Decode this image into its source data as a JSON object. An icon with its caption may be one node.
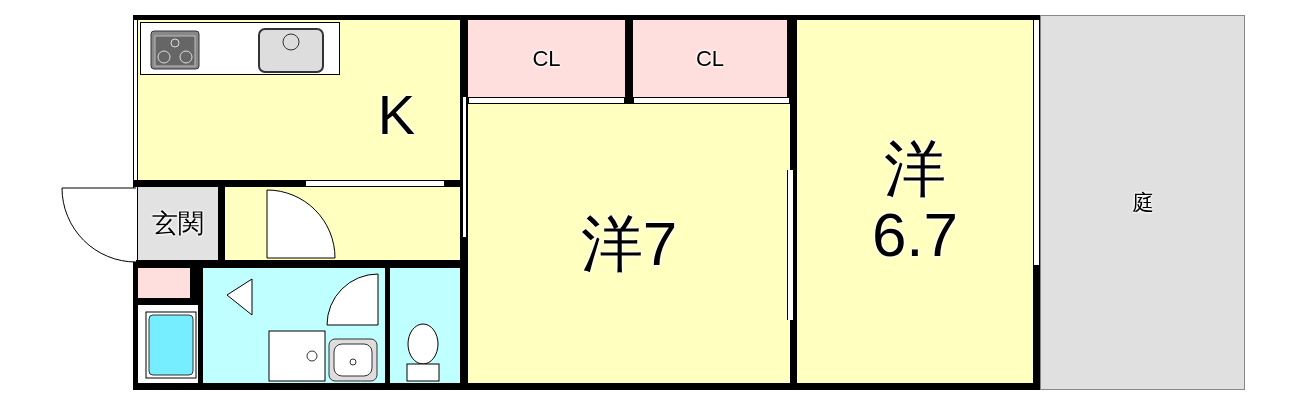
{
  "diagram": {
    "nodes": [
      {
        "text": [
          "K"
        ]
      },
      {
        "text": [
          "CL"
        ]
      },
      {
        "text": [
          "CL"
        ]
      },
      {
        "text": [
          "洋7"
        ]
      },
      {
        "text": [
          "洋 6.7"
        ]
      },
      {
        "text": [
          "玄関"
        ]
      },
      {
        "text": [
          "庭"
        ]
      }
    ]
  }
}
